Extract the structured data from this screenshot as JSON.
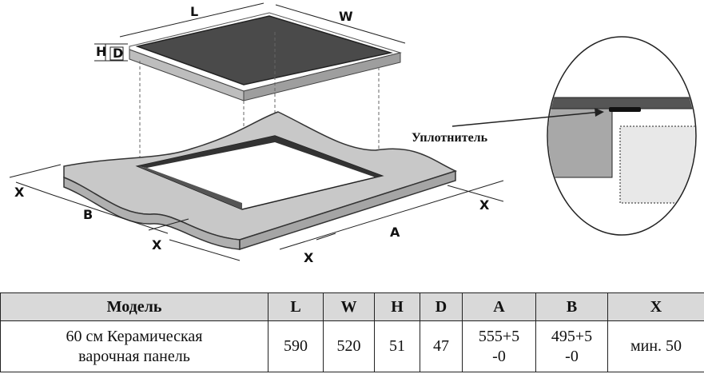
{
  "diagram": {
    "dimension_labels": {
      "L": "L",
      "W": "W",
      "H": "H",
      "D": "D",
      "A": "A",
      "B": "B",
      "X": "X"
    },
    "callout_label": "Уплотнитель"
  },
  "table": {
    "headers": [
      "Модель",
      "L",
      "W",
      "H",
      "D",
      "A",
      "B",
      "X"
    ],
    "row": [
      "60 см Керамическая\nварочная панель",
      "590",
      "520",
      "51",
      "47",
      "555+5\n-0",
      "495+5\n-0",
      "мин. 50"
    ]
  }
}
